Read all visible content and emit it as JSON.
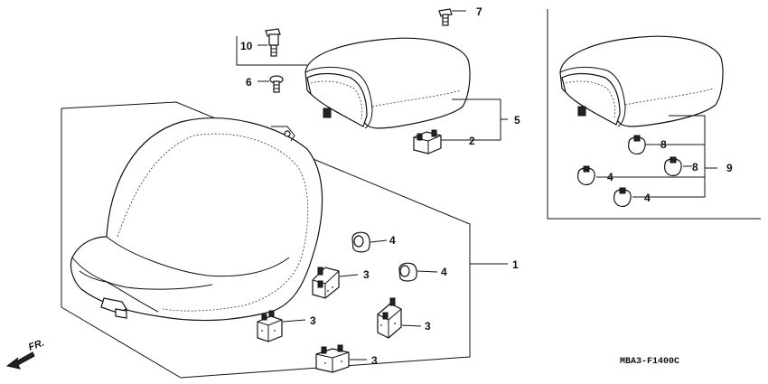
{
  "diagram": {
    "callouts": {
      "c1": "1",
      "c2": "2",
      "c3a": "3",
      "c3b": "3",
      "c3c": "3",
      "c3d": "3",
      "c4a": "4",
      "c4b": "4",
      "c4c": "4",
      "c4d": "4",
      "c5": "5",
      "c6": "6",
      "c7": "7",
      "c8a": "8",
      "c8b": "8",
      "c9": "9",
      "c10": "10"
    },
    "direction_label": "FR.",
    "diagram_code": "MBA3-F1400C"
  }
}
